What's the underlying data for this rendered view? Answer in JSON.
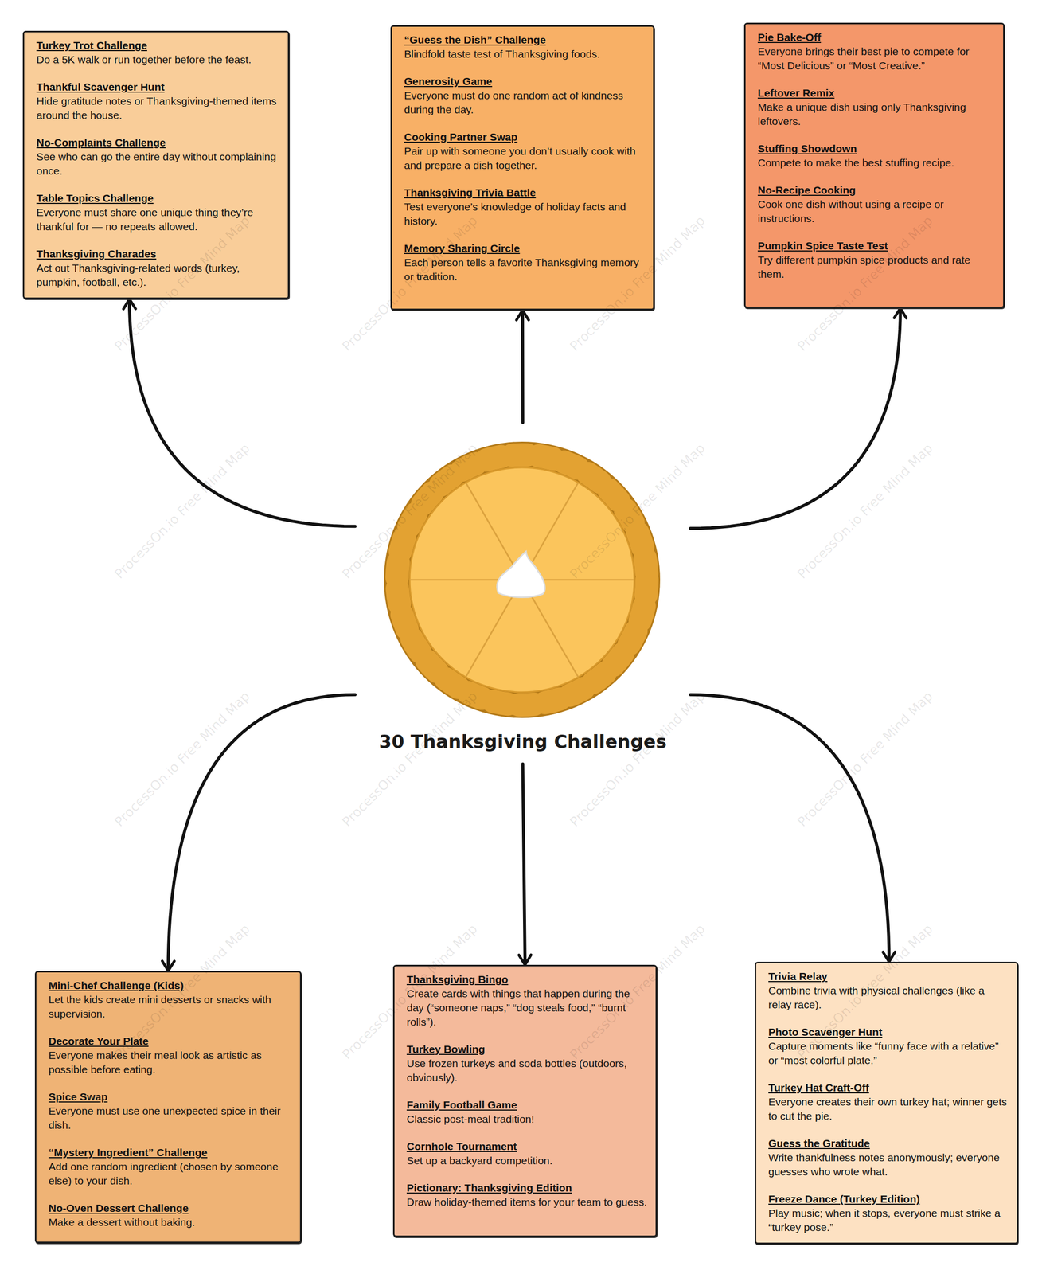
{
  "diagram": {
    "nodes": [
      {
        "text": [
          "30 Thanksgiving Challenges"
        ]
      },
      {
        "text": [
          "Turkey Trot Challenge",
          "Do a 5K walk or run together before the feast.",
          "Thankful Scavenger Hunt",
          "Hide gratitude notes or Thanksgiving-themed items around the house.",
          "No-Complaints Challenge",
          "See who can go the entire day without complaining once.",
          "Table Topics Challenge",
          "Everyone must share one unique thing they’re thankful for — no repeats allowed.",
          "Thanksgiving Charades",
          "Act out Thanksgiving-related words (turkey, pumpkin, football, etc.)."
        ]
      },
      {
        "text": [
          "“Guess the Dish” Challenge",
          "Blindfold taste test of Thanksgiving foods.",
          "Generosity Game",
          "Everyone must do one random act of kindness during the day.",
          "Cooking Partner Swap",
          "Pair up with someone you don’t usually cook with and prepare a dish together.",
          "Thanksgiving Trivia Battle",
          "Test everyone’s knowledge of holiday facts and history.",
          "Memory Sharing Circle",
          "Each person tells a favorite Thanksgiving memory or tradition."
        ]
      },
      {
        "text": [
          "Pie Bake-Off",
          "Everyone brings their best pie to compete for “Most Delicious” or “Most Creative.”",
          "Leftover Remix",
          "Make a unique dish using only Thanksgiving leftovers.",
          "Stuffing Showdown",
          "Compete to make the best stuffing recipe.",
          "No-Recipe Cooking",
          "Cook one dish without using a recipe or instructions.",
          "Pumpkin Spice Taste Test",
          "Try different pumpkin spice products and rate them."
        ]
      },
      {
        "text": [
          "Mini-Chef Challenge (Kids)",
          "Let the kids create mini desserts or snacks with supervision.",
          "Decorate Your Plate",
          "Everyone makes their meal look as artistic as possible before eating.",
          "Spice Swap",
          "Everyone must use one unexpected spice in their dish.",
          "“Mystery Ingredient” Challenge",
          "Add one random ingredient (chosen by someone else) to your dish.",
          "No-Oven Dessert Challenge",
          "Make a dessert without baking."
        ]
      },
      {
        "text": [
          "Thanksgiving Bingo",
          "Create cards with things that happen during the day (“someone naps,” “dog steals food,” “burnt rolls”).",
          "Turkey Bowling",
          "Use frozen turkeys and soda bottles (outdoors, obviously).",
          "Family Football Game",
          "Classic post-meal tradition!",
          "Cornhole Tournament",
          "Set up a backyard competition.",
          "Pictionary: Thanksgiving Edition",
          "Draw holiday-themed items for your team to guess."
        ]
      },
      {
        "text": [
          "Trivia Relay",
          "Combine trivia with physical challenges (like a relay race).",
          "Photo Scavenger Hunt",
          "Capture moments like “funny face with a relative” or “most colorful plate.”",
          "Turkey Hat Craft-Off",
          "Everyone creates their own turkey hat; winner gets to cut the pie.",
          "Guess the Gratitude",
          "Write thankfulness notes anonymously; everyone guesses who wrote what.",
          "Freeze Dance (Turkey Edition)",
          "Play music; when it stops, everyone must strike a “turkey pose.”"
        ]
      }
    ],
    "edges": [
      {
        "from": 0,
        "to": 1,
        "arrow": "to"
      },
      {
        "from": 0,
        "to": 2,
        "arrow": "to"
      },
      {
        "from": 0,
        "to": 3,
        "arrow": "to"
      },
      {
        "from": 0,
        "to": 4,
        "arrow": "to"
      },
      {
        "from": 0,
        "to": 5,
        "arrow": "to"
      },
      {
        "from": 0,
        "to": 6,
        "arrow": "to"
      }
    ],
    "labels": [
      "ProcessOn.io Free Mind Map",
      "ProcessOn.io Free Mind Map",
      "ProcessOn.io Free Mind Map",
      "ProcessOn.io Free Mind Map",
      "ProcessOn.io Free Mind Map",
      "ProcessOn.io Free Mind Map",
      "ProcessOn.io Free Mind Map",
      "ProcessOn.io Free Mind Map",
      "ProcessOn.io Free Mind Map",
      "ProcessOn.io Free Mind Map",
      "ProcessOn.io Free Mind Map",
      "ProcessOn.io Free Mind Map",
      "ProcessOn.io Free Mind Map",
      "ProcessOn.io Free Mind Map",
      "ProcessOn.io Free Mind Map",
      "ProcessOn.io Free Mind Map"
    ]
  }
}
